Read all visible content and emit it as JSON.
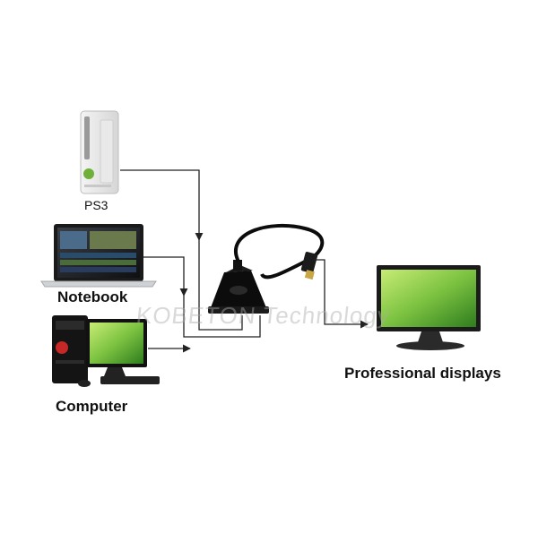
{
  "devices": {
    "ps3": {
      "label": "PS3"
    },
    "notebook": {
      "label": "Notebook"
    },
    "computer": {
      "label": "Computer"
    },
    "display": {
      "label": "Professional displays"
    }
  },
  "watermark": "KOBETON Technology",
  "colors": {
    "background": "#ffffff",
    "connector_lines": "#222222",
    "screen_green": "#7cc241",
    "device_black": "#111111"
  }
}
